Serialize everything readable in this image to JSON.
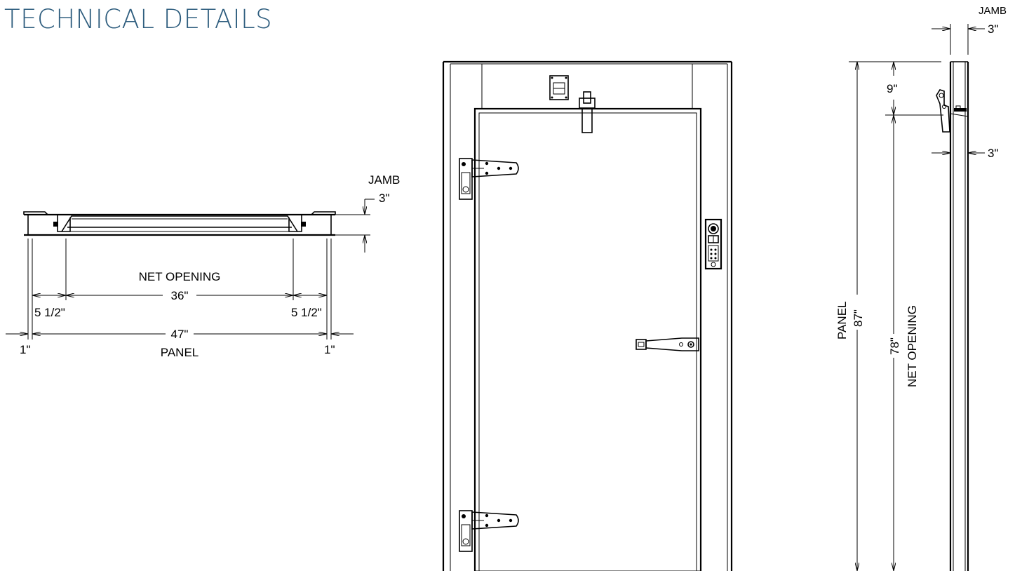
{
  "header": {
    "title": "TECHNICAL DETAILS"
  },
  "colors": {
    "title": "#2e5d7e",
    "line": "#000000",
    "background": "#ffffff"
  },
  "plan_view": {
    "jamb_label": "JAMB",
    "jamb_dim": "3\"",
    "net_opening_label": "NET OPENING",
    "net_opening_dim": "36\"",
    "left_offset_dim": "5 1/2\"",
    "right_offset_dim": "5 1/2\"",
    "panel_dim": "47\"",
    "panel_label": "PANEL",
    "left_edge_dim": "1\"",
    "right_edge_dim": "1\""
  },
  "side_view": {
    "jamb_label": "JAMB",
    "jamb_top_dim": "3\"",
    "header_dim": "9\"",
    "door_thickness_dim": "3\"",
    "panel_label": "PANEL",
    "panel_dim": "87\"",
    "net_opening_dim": "78\"",
    "net_opening_label": "NET OPENING"
  }
}
